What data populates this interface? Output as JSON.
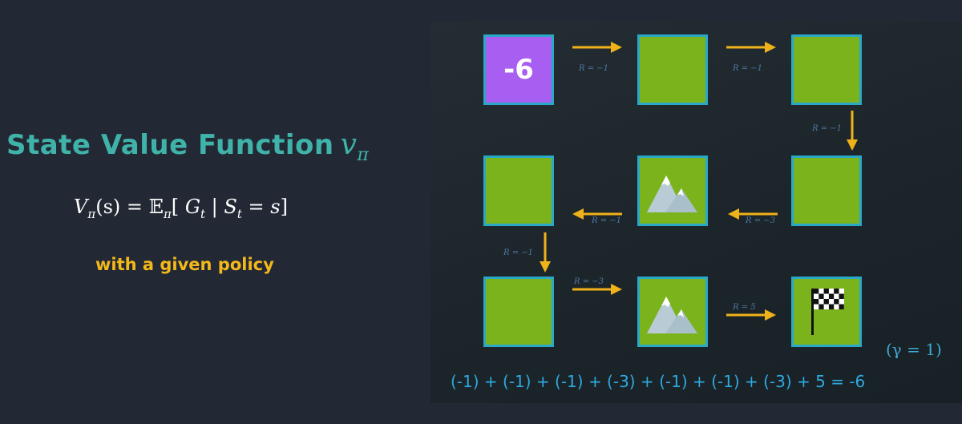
{
  "left": {
    "title": "State Value Function",
    "title_symbol": "v",
    "title_symbol_sub": "π",
    "formula": {
      "lhs_sym": "V",
      "lhs_sub": "π",
      "lhs_arg": "(s)",
      "eq": "=",
      "E": "𝔼",
      "E_sub": "π",
      "open": "[",
      "G": "G",
      "G_sub": "t",
      "bar": "|",
      "S": "S",
      "S_sub": "t",
      "cond": "= s",
      "close": "]"
    },
    "policy": "with a given policy"
  },
  "grid": {
    "start_value": "-6",
    "reward_labels": [
      "R = −1",
      "R = −1",
      "R = −1",
      "R = −3",
      "R = −1",
      "R = −1",
      "R = −3",
      "R = 5"
    ]
  },
  "gamma": "(γ = 1)",
  "sum": "(-1) + (-1) + (-1) + (-3) + (-1) + (-1) + (-3) + 5 = -6",
  "colors": {
    "background": "#232934",
    "title": "#3fb3aa",
    "policy": "#f3b81a",
    "cell_green": "#7bb31d",
    "cell_start": "#a85ef0",
    "cell_border": "#2aa8c8",
    "arrow": "#f0b21a",
    "sum_text": "#2fa8e0"
  },
  "icons": [
    "mountain-icon",
    "mountain-icon",
    "checkered-flag-icon"
  ]
}
